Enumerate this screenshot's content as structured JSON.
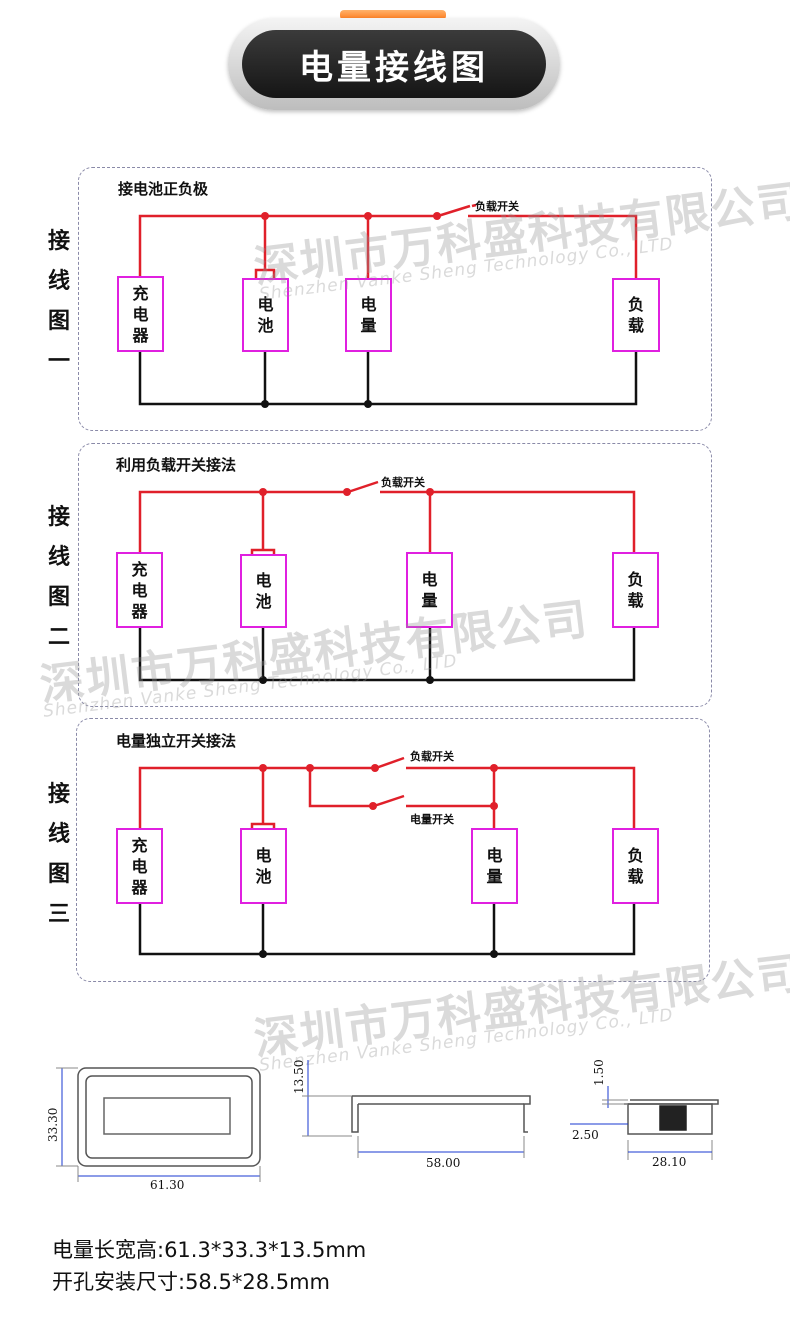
{
  "title": "电量接线图",
  "diagrams": [
    {
      "side_label": [
        "接",
        "线",
        "图",
        "一"
      ],
      "title": "接电池正负极",
      "switches": [
        "负载开关"
      ],
      "boxes": {
        "charger": [
          "充",
          "电",
          "器"
        ],
        "battery": [
          "电",
          "池"
        ],
        "gauge": [
          "电",
          "量"
        ],
        "load": [
          "负",
          "载"
        ]
      }
    },
    {
      "side_label": [
        "接",
        "线",
        "图",
        "二"
      ],
      "title": "利用负载开关接法",
      "switches": [
        "负载开关"
      ],
      "boxes": {
        "charger": [
          "充",
          "电",
          "器"
        ],
        "battery": [
          "电",
          "池"
        ],
        "gauge": [
          "电",
          "量"
        ],
        "load": [
          "负",
          "载"
        ]
      }
    },
    {
      "side_label": [
        "接",
        "线",
        "图",
        "三"
      ],
      "title": "电量独立开关接法",
      "switches": [
        "负载开关",
        "电量开关"
      ],
      "boxes": {
        "charger": [
          "充",
          "电",
          "器"
        ],
        "battery": [
          "电",
          "池"
        ],
        "gauge": [
          "电",
          "量"
        ],
        "load": [
          "负",
          "载"
        ]
      }
    }
  ],
  "watermark": {
    "cn": "深圳市万科盛科技有限公司",
    "en": "Shenzhen Vanke Sheng Technology Co., LTD"
  },
  "dimensions": {
    "front_height": "33.30",
    "front_width": "61.30",
    "side_height": "13.50",
    "side_width": "58.00",
    "detail_top": "1.50",
    "detail_left": "2.50",
    "detail_width": "28.10"
  },
  "specs": [
    "电量长宽高:61.3*33.3*13.5mm",
    "开孔安装尺寸:58.5*28.5mm"
  ],
  "colors": {
    "wire_positive": "#e0202a",
    "wire_negative": "#111111",
    "box_border": "#e020e0",
    "panel_border": "#8a8aa8"
  }
}
